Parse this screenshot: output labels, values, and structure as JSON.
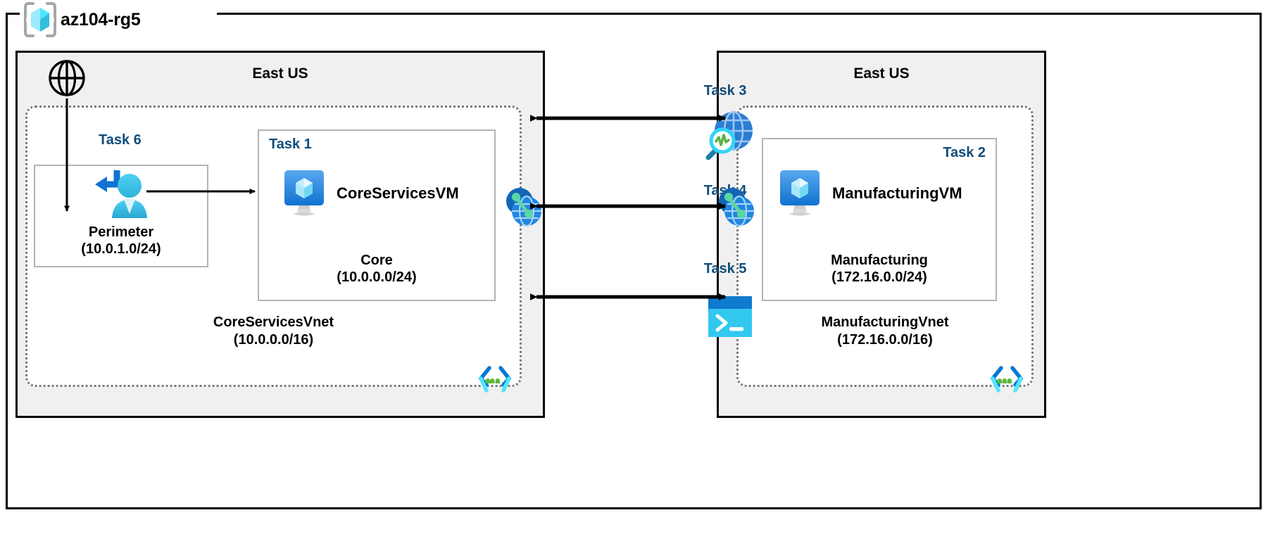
{
  "resource_group": {
    "name": "az104-rg5",
    "icon": "azure-resource-group-cube-icon"
  },
  "regions": [
    {
      "id": "left",
      "title": "East US"
    },
    {
      "id": "right",
      "title": "East US"
    }
  ],
  "vnets": [
    {
      "id": "coreservices",
      "name": "CoreServicesVnet",
      "cidr": "(10.0.0.0/16)",
      "corner_icon": "subnets-group-icon"
    },
    {
      "id": "manufacturing",
      "name": "ManufacturingVnet",
      "cidr": "(172.16.0.0/16)",
      "corner_icon": "subnets-group-icon"
    }
  ],
  "subnets": [
    {
      "id": "perimeter",
      "task": "Task 6",
      "name": "Perimeter",
      "cidr": "(10.0.1.0/24)",
      "icon": "user-with-left-arrow-icon"
    },
    {
      "id": "core",
      "task": "Task 1",
      "name": "Core",
      "cidr": "(10.0.0.0/24)",
      "vm_name": "CoreServicesVM",
      "icon": "virtual-machine-icon"
    },
    {
      "id": "manufacturing",
      "task": "Task 2",
      "name": "Manufacturing",
      "cidr": "(172.16.0.0/24)",
      "vm_name": "ManufacturingVM",
      "icon": "virtual-machine-icon"
    }
  ],
  "connectors": [
    {
      "id": "task3",
      "label": "Task 3",
      "icon": "network-watcher-globe-magnifier-icon",
      "direction": "bidirectional"
    },
    {
      "id": "task4",
      "label": "Task 4",
      "icon": "vnet-peering-icon",
      "direction": "bidirectional"
    },
    {
      "id": "task5",
      "label": "Task 5",
      "icon": "cloud-shell-terminal-icon",
      "direction": "bidirectional"
    }
  ],
  "peering_endpoints": [
    {
      "id": "left-peering",
      "icon": "vnet-peering-icon"
    },
    {
      "id": "right-peering",
      "icon": "vnet-peering-icon"
    }
  ],
  "internet": {
    "icon": "globe-internet-icon"
  },
  "colors": {
    "task_label": "#0f4c7a",
    "region_fill": "#f0f0f0",
    "region_border": "#000000",
    "vnet_border": "#7a7a7a",
    "subnet_border": "#b4b4b4",
    "azure_blue": "#0078d4",
    "azure_cyan": "#50e6ff",
    "peering_green": "#5bd6a0",
    "cloudshell_cyan": "#32c8f0",
    "arrow": "#000000"
  }
}
